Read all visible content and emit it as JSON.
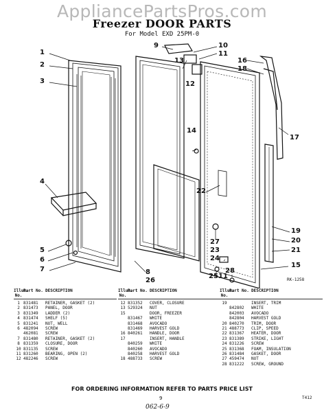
{
  "watermark": "AppliancePartsPros.com",
  "title": "Freezer DOOR PARTS",
  "subtitle": "For Model EXD 25PM-0",
  "ref_code": "RK-1258",
  "callouts": [
    "1",
    "2",
    "3",
    "4",
    "5",
    "6",
    "7",
    "8",
    "26",
    "9",
    "10",
    "11",
    "12",
    "13",
    "14",
    "16",
    "18",
    "17",
    "22",
    "19",
    "20",
    "21",
    "15",
    "27",
    "23",
    "24",
    "25",
    "11",
    "28"
  ],
  "table_headers": {
    "illus": "Illus. No.",
    "part": "Part No.",
    "description": "DESCRIPTION"
  },
  "parts_columns": [
    [
      {
        "no": "1",
        "part": "831481",
        "desc": "RETAINER, GASKET (2)"
      },
      {
        "no": "2",
        "part": "831473",
        "desc": "PANEL, DOOR"
      },
      {
        "no": "3",
        "part": "831349",
        "desc": "LADDER (2)"
      },
      {
        "no": "4",
        "part": "831474",
        "desc": "SHELF (5)"
      },
      {
        "no": "5",
        "part": "831241",
        "desc": "NUT, WELL"
      },
      {
        "no": "6",
        "part": "482094",
        "desc": "SCREW"
      },
      {
        "no": "",
        "part": "462081",
        "desc": "SCREW"
      },
      {
        "no": "7",
        "part": "831480",
        "desc": "RETAINER, GASKET (2)"
      },
      {
        "no": "8",
        "part": "831359",
        "desc": "CLOSURE, DOOR"
      },
      {
        "no": "10",
        "part": "831135",
        "desc": "SCREW"
      },
      {
        "no": "11",
        "part": "831260",
        "desc": "BEARING, OPEN (2)"
      },
      {
        "no": "12",
        "part": "482246",
        "desc": "SCREW"
      }
    ],
    [
      {
        "no": "12",
        "part": "831352",
        "desc": "COVER, CLOSURE"
      },
      {
        "no": "13",
        "part": "529324",
        "desc": "NUT"
      },
      {
        "no": "15",
        "part": "",
        "desc": "DOOR, FREEZER"
      },
      {
        "no": "",
        "part": "831467",
        "desc": "WHITE"
      },
      {
        "no": "",
        "part": "831468",
        "desc": "AVOCADO"
      },
      {
        "no": "",
        "part": "831469",
        "desc": "HARVEST GOLD"
      },
      {
        "no": "16",
        "part": "840261",
        "desc": "HANDLE, DOOR"
      },
      {
        "no": "17",
        "part": "",
        "desc": "INSERT, HANDLE"
      },
      {
        "no": "",
        "part": "840259",
        "desc": "WHITE"
      },
      {
        "no": "",
        "part": "840260",
        "desc": "AVOCADO"
      },
      {
        "no": "",
        "part": "840258",
        "desc": "HARVEST GOLD"
      },
      {
        "no": "18",
        "part": "488733",
        "desc": "SCREW"
      }
    ],
    [
      {
        "no": "19",
        "part": "",
        "desc": "INSERT, TRIM"
      },
      {
        "no": "",
        "part": "842802",
        "desc": "WHITE"
      },
      {
        "no": "",
        "part": "842003",
        "desc": "AVOCADO"
      },
      {
        "no": "",
        "part": "842804",
        "desc": "HARVEST GOLD"
      },
      {
        "no": "20",
        "part": "840270",
        "desc": "TRIM, DOOR"
      },
      {
        "no": "21",
        "part": "488773",
        "desc": "CLIP, SPEED"
      },
      {
        "no": "22",
        "part": "831367",
        "desc": "HEATER, DOOR"
      },
      {
        "no": "23",
        "part": "831389",
        "desc": "STRIKE, LIGHT"
      },
      {
        "no": "24",
        "part": "831226",
        "desc": "SCREW"
      },
      {
        "no": "25",
        "part": "831368",
        "desc": "FOAM, INSULATION"
      },
      {
        "no": "26",
        "part": "831484",
        "desc": "GASKET, DOOR"
      },
      {
        "no": "27",
        "part": "459474",
        "desc": "NUT"
      },
      {
        "no": "28",
        "part": "831222",
        "desc": "SCREW, GROUND"
      }
    ]
  ],
  "footer": "FOR ORDERING INFORMATION REFER TO PARTS PRICE LIST",
  "page_number": "9",
  "page_code": "T412",
  "handwritten": "062-6-9"
}
